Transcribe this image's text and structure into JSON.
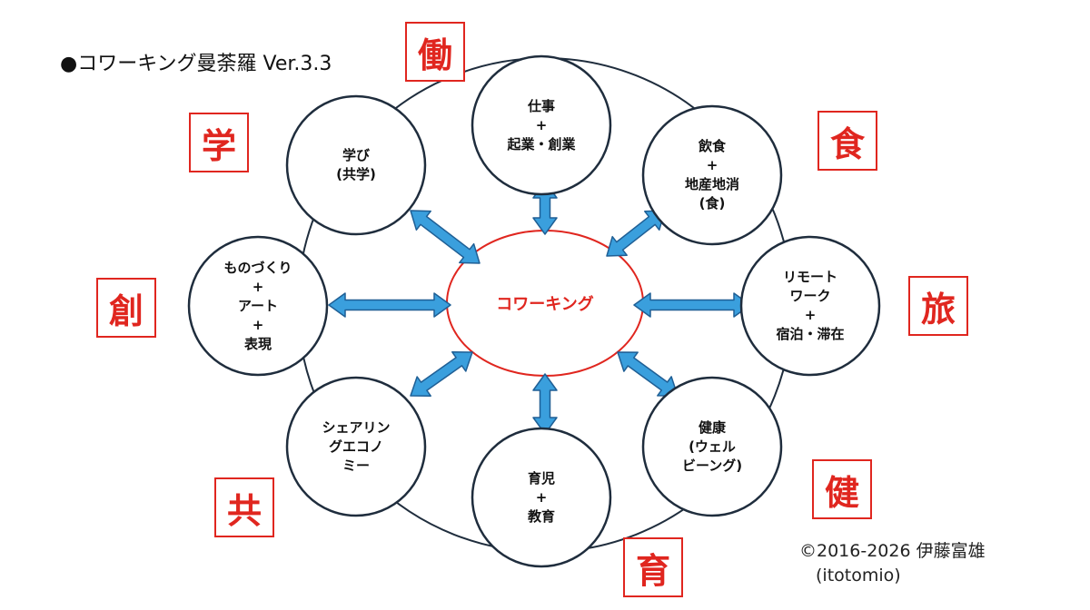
{
  "title": "●コワーキング曼荼羅 Ver.3.3",
  "center": {
    "label": "コワーキング"
  },
  "nodes": [
    {
      "id": "work",
      "lines": [
        "仕事",
        "+",
        "起業・創業"
      ]
    },
    {
      "id": "food",
      "lines": [
        "飲食",
        "+",
        "地産地消",
        "(食)"
      ]
    },
    {
      "id": "remote",
      "lines": [
        "リモート",
        "ワーク",
        "+",
        "宿泊・滞在"
      ]
    },
    {
      "id": "health",
      "lines": [
        "健康",
        "(ウェル",
        "ビーング)"
      ]
    },
    {
      "id": "child",
      "lines": [
        "育児",
        "+",
        "教育"
      ]
    },
    {
      "id": "share",
      "lines": [
        "シェアリン",
        "グエコノ",
        "ミー"
      ]
    },
    {
      "id": "make",
      "lines": [
        "ものづくり",
        "+",
        "アート",
        "+",
        "表現"
      ]
    },
    {
      "id": "learn",
      "lines": [
        "学び",
        "(共学)"
      ]
    }
  ],
  "kanji": [
    {
      "id": "work",
      "char": "働"
    },
    {
      "id": "food",
      "char": "食"
    },
    {
      "id": "remote",
      "char": "旅"
    },
    {
      "id": "health",
      "char": "健"
    },
    {
      "id": "child",
      "char": "育"
    },
    {
      "id": "share",
      "char": "共"
    },
    {
      "id": "make",
      "char": "創"
    },
    {
      "id": "learn",
      "char": "学"
    }
  ],
  "copyright": {
    "line1": "©2016-2026 伊藤富雄",
    "line2": "(itotomio)"
  },
  "colors": {
    "accent": "#e0261f",
    "arrow": "#3a9fdd",
    "arrow_stroke": "#1f5f95",
    "circle_stroke": "#1f2d3d"
  }
}
